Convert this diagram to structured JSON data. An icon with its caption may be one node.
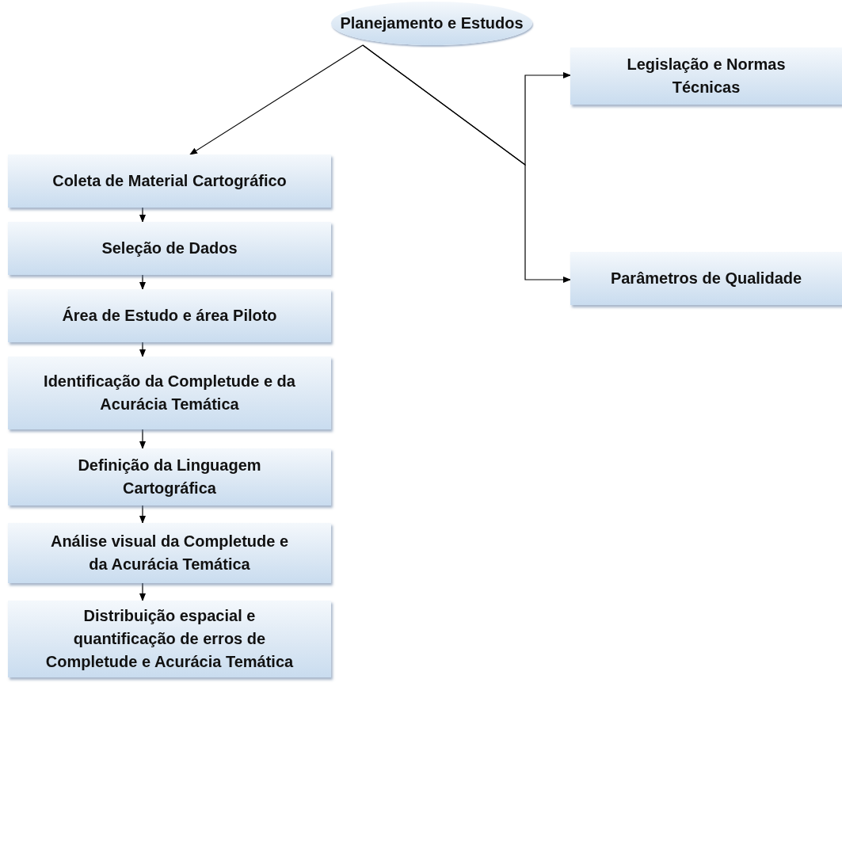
{
  "diagram": {
    "nodes": [
      {
        "text": [
          "Planejamento e Estudos"
        ]
      },
      {
        "text": [
          "Legislação e Normas Técnicas"
        ]
      },
      {
        "text": [
          "Coleta de Material Cartográfico"
        ]
      },
      {
        "text": [
          "Parâmetros de Qualidade"
        ]
      },
      {
        "text": [
          "Seleção de Dados"
        ]
      },
      {
        "text": [
          "Área de Estudo e área Piloto"
        ]
      },
      {
        "text": [
          "Identificação da Completude e da Acurácia Temática"
        ]
      },
      {
        "text": [
          "Definição da Linguagem Cartográfica"
        ]
      },
      {
        "text": [
          "Análise visual da Completude e da Acurácia Temática"
        ]
      },
      {
        "text": [
          "Distribuição espacial e quantificação de erros de Completude e Acurácia Temática"
        ]
      }
    ],
    "edges": [
      {
        "from": 0,
        "to": 2,
        "arrow": "to"
      },
      {
        "from": 0,
        "to": 1,
        "arrow": "to"
      },
      {
        "from": 0,
        "to": 3,
        "arrow": "to"
      },
      {
        "from": 2,
        "to": 4,
        "arrow": "to"
      },
      {
        "from": 4,
        "to": 5,
        "arrow": "to"
      },
      {
        "from": 5,
        "to": 6,
        "arrow": "to"
      },
      {
        "from": 6,
        "to": 7,
        "arrow": "to"
      },
      {
        "from": 7,
        "to": 8,
        "arrow": "to"
      },
      {
        "from": 8,
        "to": 9,
        "arrow": "to"
      }
    ]
  }
}
